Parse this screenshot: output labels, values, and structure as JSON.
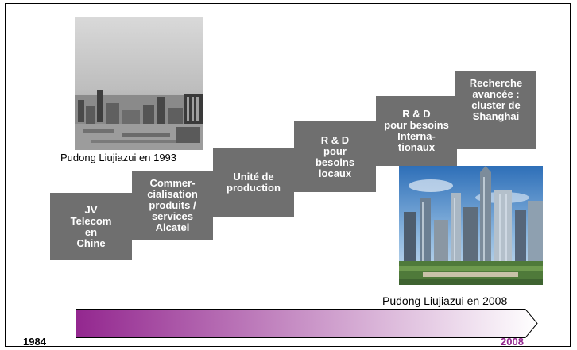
{
  "steps": [
    {
      "label": "JV\nTelecom\nen\nChine"
    },
    {
      "label": "Commer-\ncialisation\nproduits /\nservices\nAlcatel"
    },
    {
      "label": "Unité de\nproduction"
    },
    {
      "label": "R & D\npour\nbesoins\nlocaux"
    },
    {
      "label": "R & D\npour besoins\nInterna-\ntionaux"
    },
    {
      "label": "Recherche\navancée :\ncluster de\nShanghai"
    }
  ],
  "photo_1993": {
    "caption": "Pudong Liujiazui en 1993"
  },
  "photo_2008": {
    "caption": "Pudong Liujiazui en 2008"
  },
  "timeline": {
    "start_year": "1984",
    "end_year": "2008",
    "start_color": "#93278f",
    "end_color": "#ffffff",
    "end_year_color": "#93278f"
  },
  "colors": {
    "step_fill": "#6f6f6f",
    "step_text": "#ffffff"
  }
}
